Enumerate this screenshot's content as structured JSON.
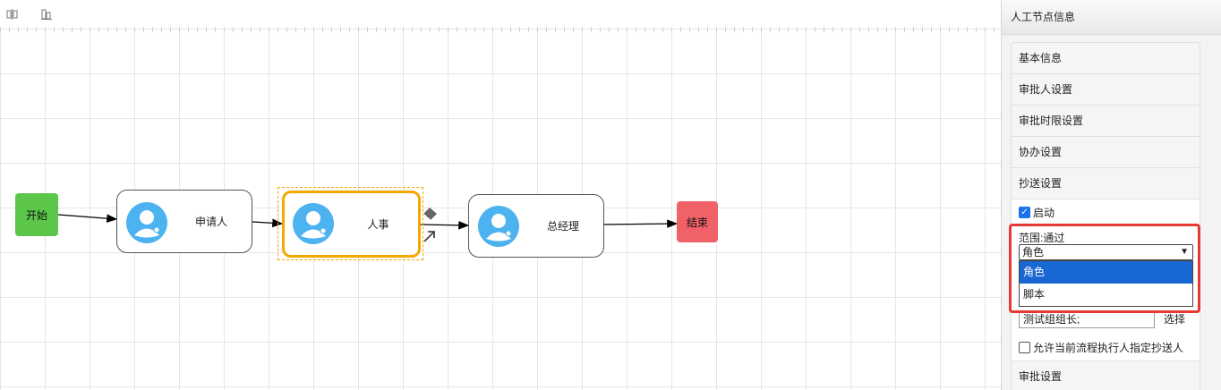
{
  "toolbar": {
    "icons": [
      "align-horizontal-icon",
      "align-vertical-icon"
    ]
  },
  "flow": {
    "start": {
      "label": "开始",
      "color": "#5bc64a"
    },
    "end": {
      "label": "结束",
      "color": "#f16268"
    },
    "tasks": [
      {
        "label": "申请人",
        "selected": false
      },
      {
        "label": "人事",
        "selected": true
      },
      {
        "label": "总经理",
        "selected": false
      }
    ],
    "selection_color": "#f5a800",
    "avatar_color": "#4db3f0"
  },
  "panel": {
    "title": "人工节点信息",
    "sections": [
      "基本信息",
      "审批人设置",
      "审批时限设置",
      "协办设置",
      "抄送设置"
    ],
    "cc": {
      "enable_label": "启动",
      "enable_checked": true,
      "range_label": "范围:通过",
      "select_value": "角色",
      "options": [
        "角色",
        "脚本"
      ],
      "selected_option": "角色",
      "input_value": "测试组组长;",
      "pick_label": "选择",
      "allow_label": "允许当前流程执行人指定抄送人",
      "allow_checked": false
    },
    "next_section": "审批设置",
    "highlight_color": "#e53935"
  }
}
